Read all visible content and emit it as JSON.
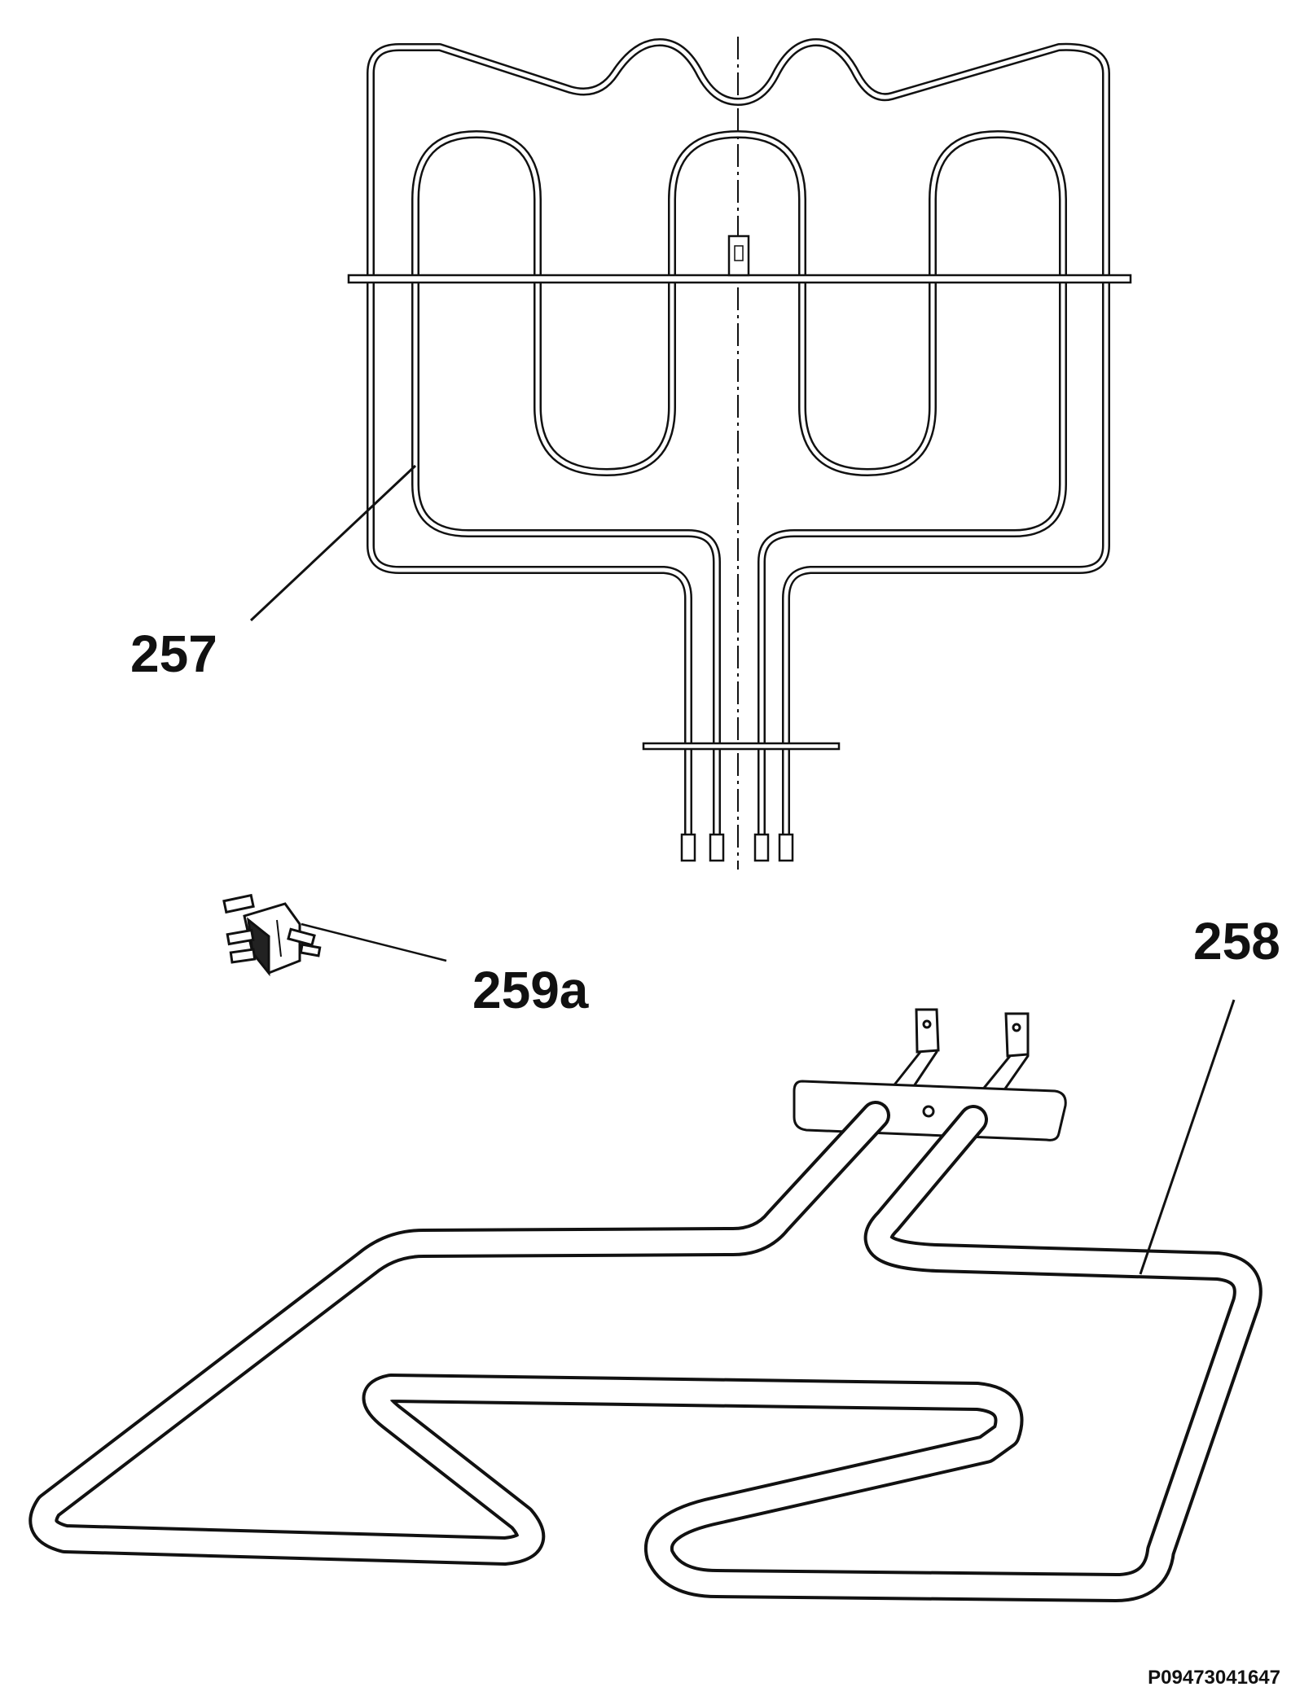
{
  "drawing": {
    "callouts": {
      "upper_element": "257",
      "lower_element": "258",
      "thermostat": "259a"
    },
    "drawing_code": "P09473041647",
    "colors": {
      "line": "#111111",
      "paper": "#ffffff"
    }
  }
}
